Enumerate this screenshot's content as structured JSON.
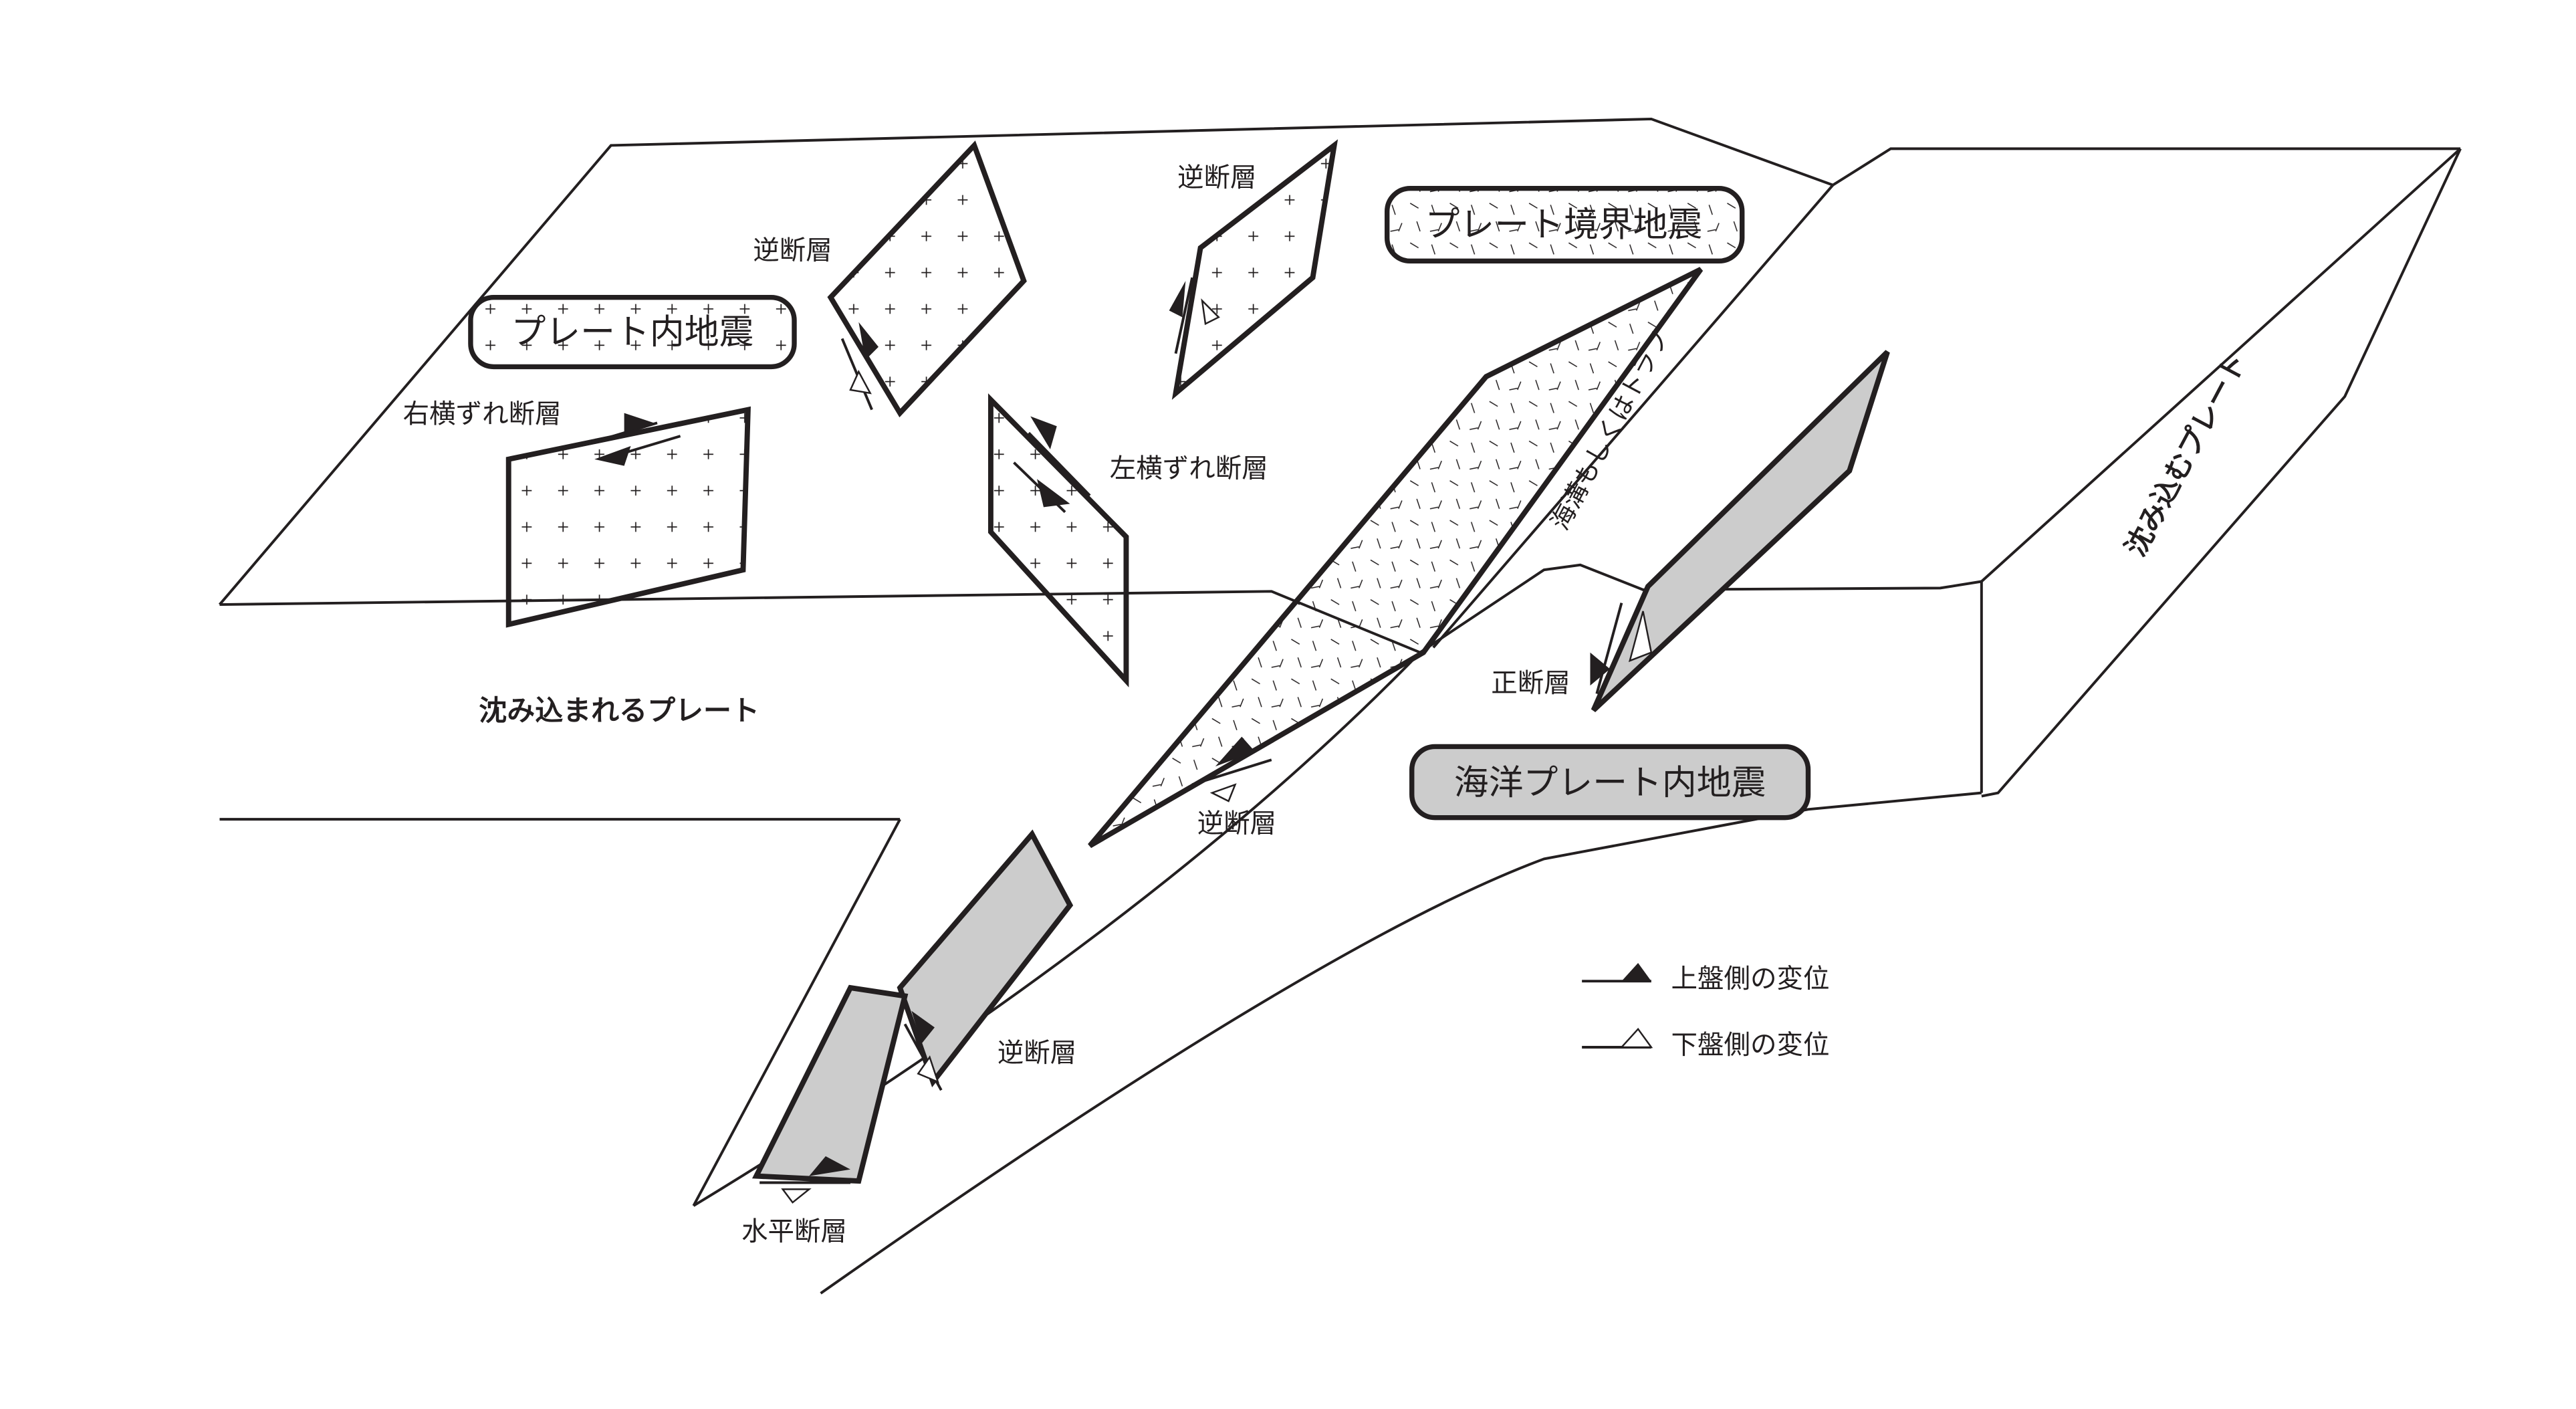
{
  "title_boxes": {
    "intraplate": "プレート内地震",
    "interplate": "プレート境界地震",
    "oceanic_intraplate": "海洋プレート内地震"
  },
  "plates": {
    "overriding": "沈み込まれるプレート",
    "subducting": "沈み込むプレート",
    "trench": "海溝もしくはトラフ"
  },
  "fault_labels": {
    "reverse_1": "逆断層",
    "reverse_2": "逆断層",
    "reverse_boundary": "逆断層",
    "reverse_slab": "逆断層",
    "right_lateral": "右横ずれ断層",
    "left_lateral": "左横ずれ断層",
    "normal": "正断層",
    "horizontal": "水平断層"
  },
  "legend": {
    "hanging_wall": "上盤側の変位",
    "footwall": "下盤側の変位"
  },
  "colors": {
    "line": "#231f20",
    "gray_fill": "#cccccc"
  }
}
